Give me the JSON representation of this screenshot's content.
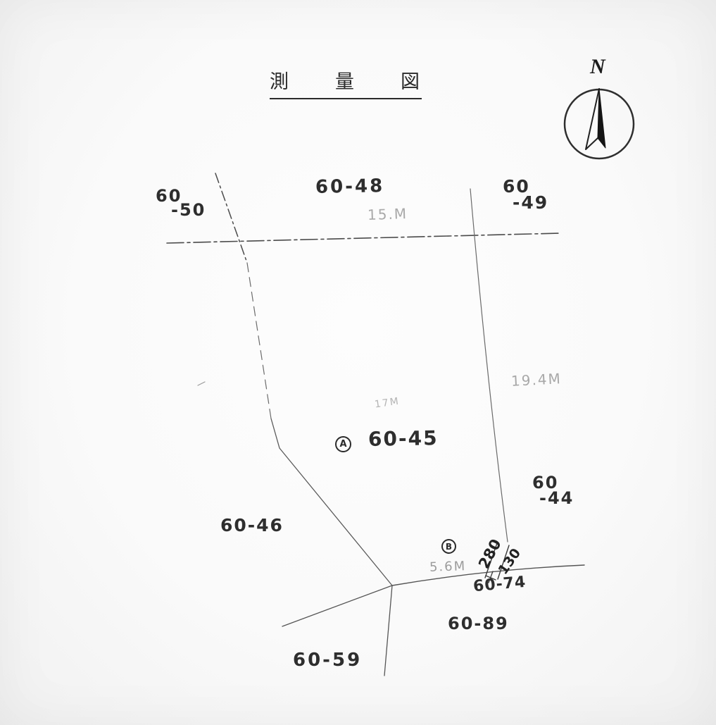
{
  "title": "測量図",
  "compass": {
    "north": "N"
  },
  "parcels": {
    "p60_50": {
      "line1": "60",
      "line2": "-50"
    },
    "p60_48": "60-48",
    "p60_49": {
      "line1": "60",
      "line2": "-49"
    },
    "p60_45": "60-45",
    "p60_46": "60-46",
    "p60_44": {
      "line1": "60",
      "line2": "-44"
    },
    "p60_74": "60-74",
    "p60_89": "60-89",
    "p60_59": "60-59"
  },
  "markers": {
    "a": "A",
    "b": "B"
  },
  "bearings": {
    "upper": "280",
    "lower": "130"
  },
  "measurements": {
    "top": "15.M",
    "right": "19.4M",
    "center": "17M",
    "bottom": "5.6M"
  }
}
